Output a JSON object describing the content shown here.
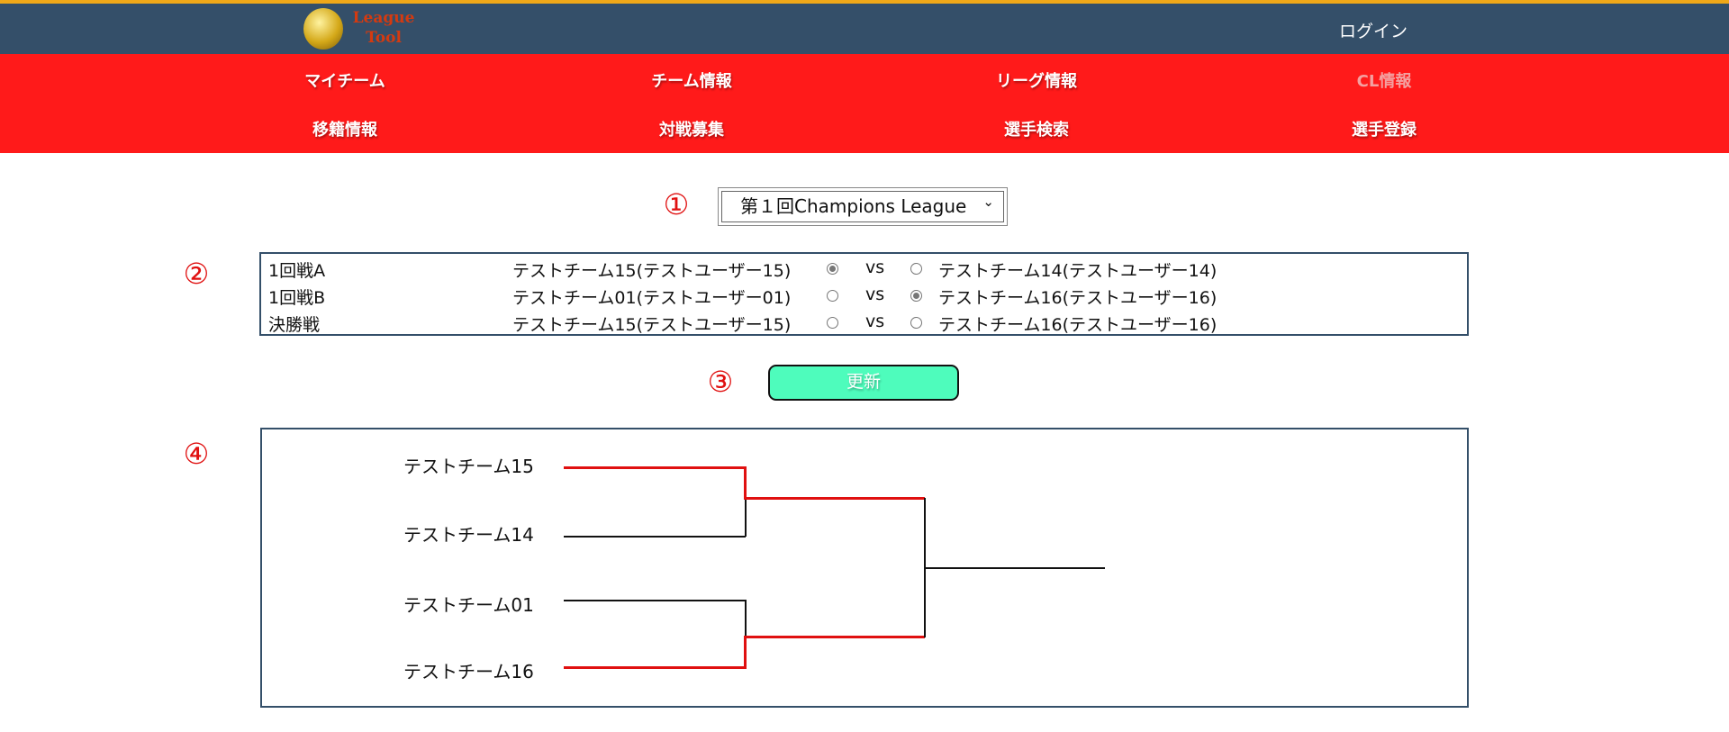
{
  "header": {
    "logo_text": "League Tool",
    "login": "ログイン"
  },
  "nav": [
    {
      "label": "マイチーム"
    },
    {
      "label": "チーム情報"
    },
    {
      "label": "リーグ情報"
    },
    {
      "label": "CL情報",
      "active": true
    },
    {
      "label": "移籍情報"
    },
    {
      "label": "対戦募集"
    },
    {
      "label": "選手検索"
    },
    {
      "label": "選手登録"
    }
  ],
  "markers": [
    "①",
    "②",
    "③",
    "④"
  ],
  "tournament_select": {
    "value": "第１回Champions League"
  },
  "matches": [
    {
      "round": "1回戦A",
      "team1": "テストチーム15(テストユーザー15)",
      "team2": "テストチーム14(テストユーザー14)",
      "winner": 1
    },
    {
      "round": "1回戦B",
      "team1": "テストチーム01(テストユーザー01)",
      "team2": "テストチーム16(テストユーザー16)",
      "winner": 2
    },
    {
      "round": "決勝戦",
      "team1": "テストチーム15(テストユーザー15)",
      "team2": "テストチーム16(テストユーザー16)",
      "winner": 0
    }
  ],
  "vs_label": "vs",
  "update_button": "更新",
  "bracket": {
    "teams": [
      "テストチーム15",
      "テストチーム14",
      "テストチーム01",
      "テストチーム16"
    ],
    "accent": "#e01010"
  }
}
